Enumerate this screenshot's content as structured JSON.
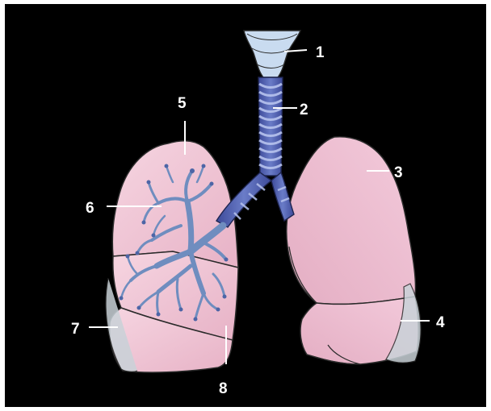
{
  "diagram": {
    "labels": {
      "l1": "1",
      "l2": "2",
      "l3": "3",
      "l4": "4",
      "l5": "5",
      "l6": "6",
      "l7": "7",
      "l8": "8"
    },
    "colors": {
      "background": "#000000",
      "lung": "#f1c6d6",
      "lung_shadow": "#d9a9bc",
      "trachea": "#5566b3",
      "cartilage": "#b7c3ee",
      "bronchial_tree": "#7f9dc9",
      "larynx": "#c9dbf0",
      "leader_line": "#ffffff"
    }
  }
}
